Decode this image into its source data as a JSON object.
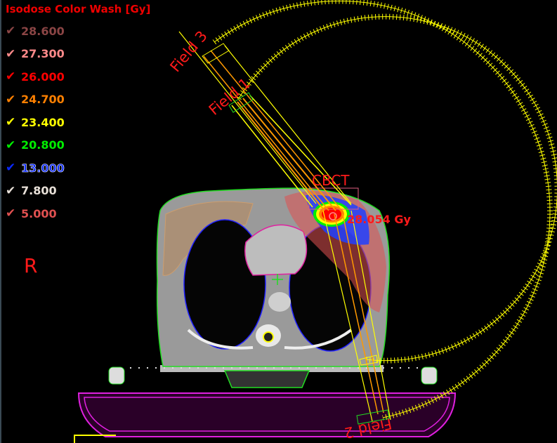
{
  "legend": {
    "title": "Isodose Color Wash [Gy]",
    "check_glyph": "✔",
    "levels": [
      {
        "value": "28.600",
        "color": "#8b4545",
        "checked": true
      },
      {
        "value": "27.300",
        "color": "#ff8a8a",
        "checked": true
      },
      {
        "value": "26.000",
        "color": "#ff0000",
        "checked": true
      },
      {
        "value": "24.700",
        "color": "#ff8000",
        "checked": true
      },
      {
        "value": "23.400",
        "color": "#ffff00",
        "checked": true
      },
      {
        "value": "20.800",
        "color": "#00ee00",
        "checked": true
      },
      {
        "value": "13.000",
        "color": "#0a28ff",
        "checked": true
      },
      {
        "value": "7.800",
        "color": "#e8e0d8",
        "checked": true
      },
      {
        "value": "5.000",
        "color": "#e05050",
        "checked": true
      }
    ]
  },
  "orientation_label": "R",
  "fields": [
    {
      "label": "Field 3"
    },
    {
      "label": "Field 1"
    },
    {
      "label": "Field 2"
    }
  ],
  "cbct_label": "CBCT",
  "dose_readout": "28.054 Gy",
  "colors": {
    "beam": "#ffff00",
    "beam_inner": "#ff9900",
    "body_contour": "#22dd22",
    "couch": "#e020e0",
    "label_red": "#ff1a1a"
  }
}
